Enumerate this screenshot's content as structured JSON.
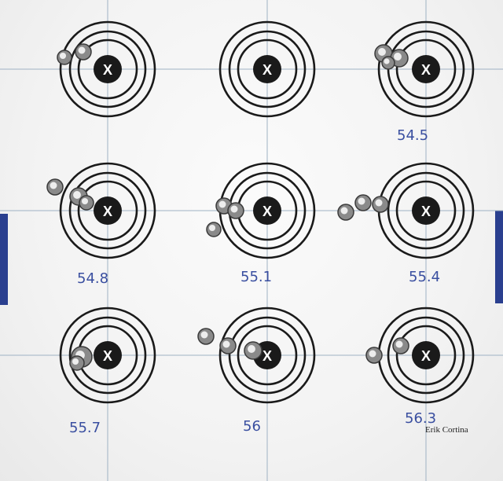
{
  "center_mark": "X",
  "signature": "Erik Cortina",
  "colors": {
    "ink": "#1a1a1a",
    "grid": "#9fb2c4",
    "score_ink": "#3a4fa0",
    "tab": "#2a3f8f"
  },
  "targets": [
    {
      "id": "t1",
      "score": ""
    },
    {
      "id": "t2",
      "score": ""
    },
    {
      "id": "t3",
      "score": "54.5"
    },
    {
      "id": "t4",
      "score": "54.8"
    },
    {
      "id": "t5",
      "score": "55.1"
    },
    {
      "id": "t6",
      "score": "55.4"
    },
    {
      "id": "t7",
      "score": "55.7"
    },
    {
      "id": "t8",
      "score": "56"
    },
    {
      "id": "t9",
      "score": "56.3"
    }
  ]
}
